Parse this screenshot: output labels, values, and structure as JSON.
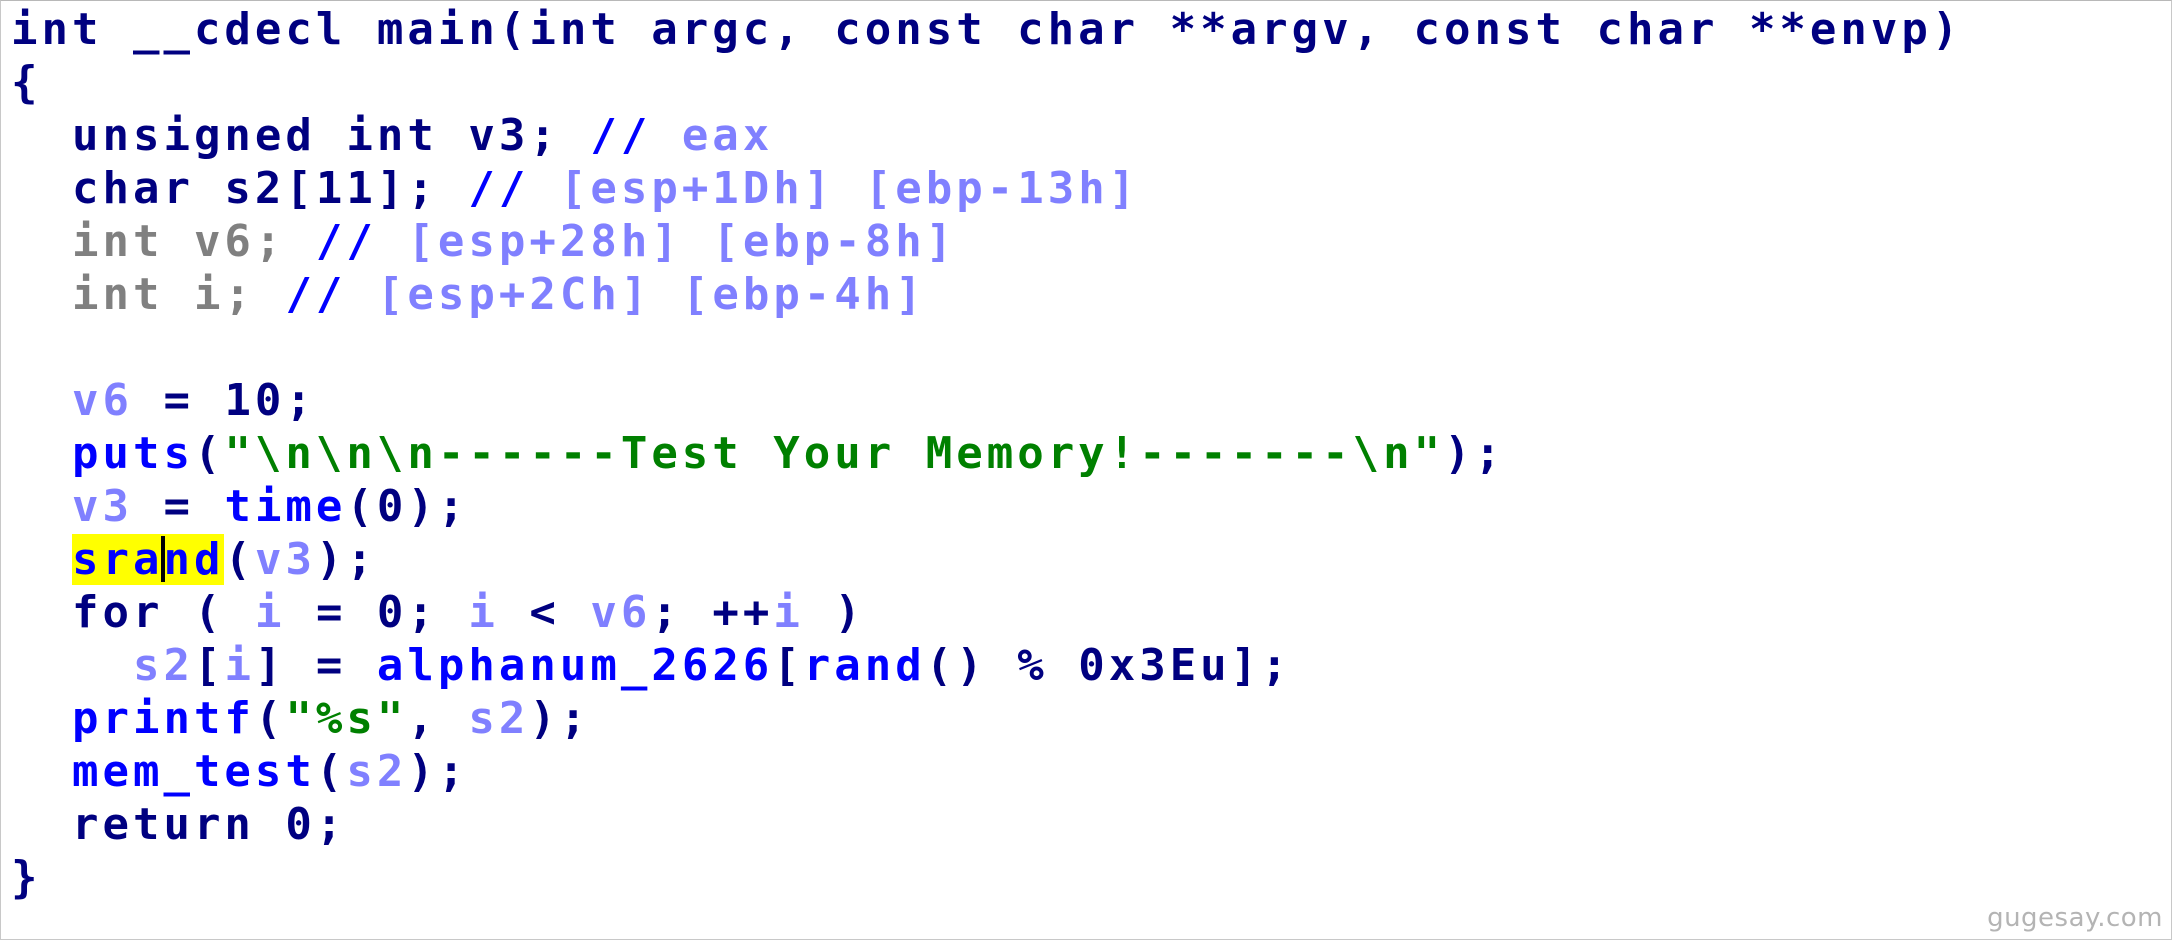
{
  "watermark": "gugesay.com",
  "colors": {
    "keyword": "#000080",
    "function": "#0000ff",
    "variable": "#8080ff",
    "string": "#008000",
    "comment": "#0000ff",
    "highlight": "#ffff00"
  },
  "code": {
    "l01": {
      "sig": "int __cdecl main(int argc, const char **argv, const char **envp)"
    },
    "l02": {
      "brace": "{"
    },
    "l03": {
      "decl": "unsigned int v3;",
      "cm": "//",
      "reg": "eax"
    },
    "l04": {
      "decl": "char s2[11];",
      "cm": "//",
      "a1": "[esp+1Dh]",
      "a2": "[ebp-13h]"
    },
    "l05": {
      "decl": "int v6;",
      "cm": "//",
      "a1": "[esp+28h]",
      "a2": "[ebp-8h]"
    },
    "l06": {
      "decl": "int i;",
      "cm": "//",
      "a1": "[esp+2Ch]",
      "a2": "[ebp-4h]"
    },
    "l08": {
      "v": "v6",
      "rest": " = 10;"
    },
    "l09": {
      "fn": "puts",
      "open": "(",
      "str": "\"\\n\\n\\n------Test Your Memory!-------\\n\"",
      "close": ");"
    },
    "l10": {
      "v": "v3",
      "eq": " = ",
      "fn": "time",
      "rest": "(0);"
    },
    "l11": {
      "hl_a": "sra",
      "hl_b": "nd",
      "open": "(",
      "v": "v3",
      "close": ");"
    },
    "l12": {
      "kw": "for",
      "p1": " ( ",
      "i1": "i",
      "p2": " = 0; ",
      "i2": "i",
      "p3": " < ",
      "v": "v6",
      "p4": "; ++",
      "i3": "i",
      "p5": " )"
    },
    "l13": {
      "v": "s2",
      "b1": "[",
      "i": "i",
      "b2": "] = ",
      "arr": "alphanum_2626",
      "b3": "[",
      "fn": "rand",
      "rest": "() % 0x3Eu];"
    },
    "l14": {
      "fn": "printf",
      "open": "(",
      "str": "\"%s\"",
      "sep": ", ",
      "v": "s2",
      "close": ");"
    },
    "l15": {
      "fn": "mem_test",
      "open": "(",
      "v": "s2",
      "close": ");"
    },
    "l16": {
      "ret": "return 0;"
    },
    "l17": {
      "brace": "}"
    }
  }
}
